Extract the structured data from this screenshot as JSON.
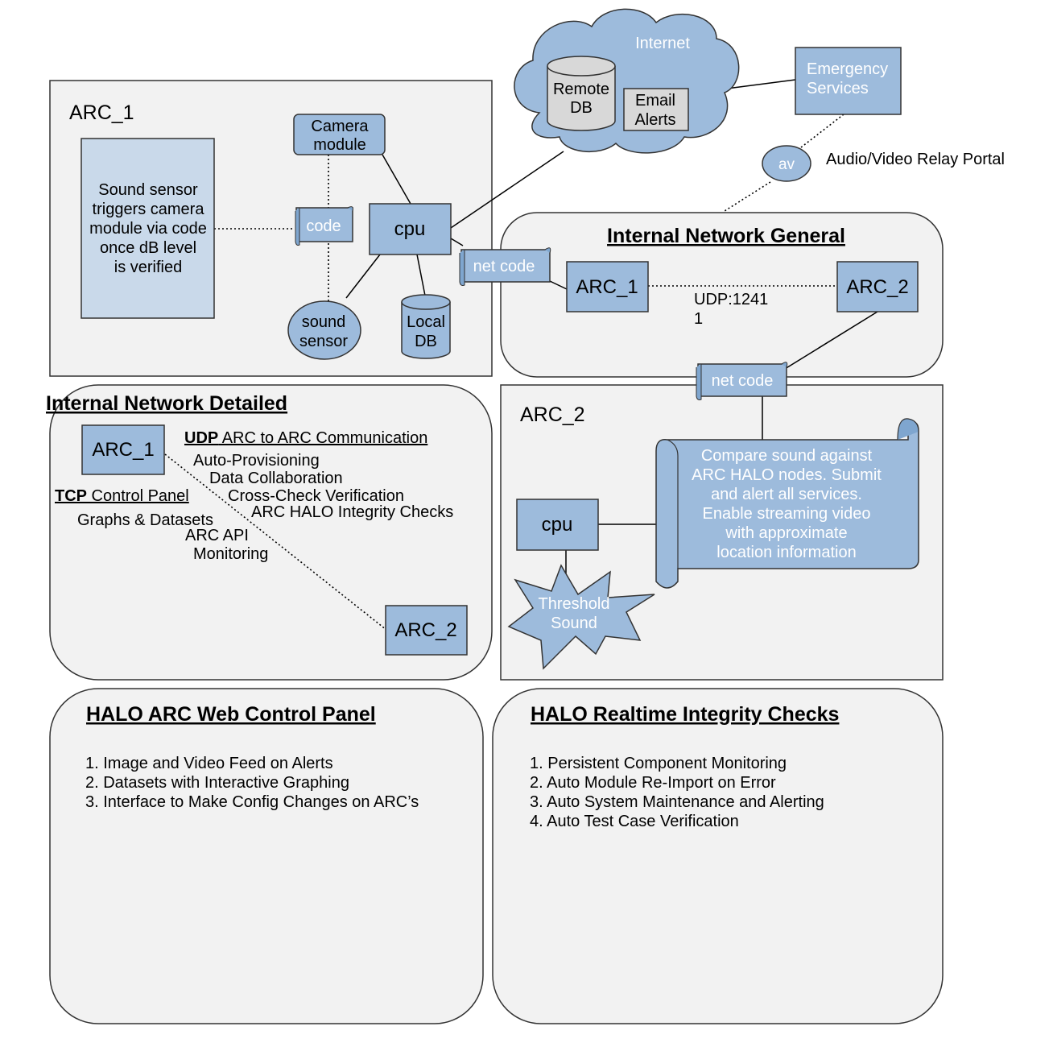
{
  "colors": {
    "node_fill": "#9dbbdc",
    "light_fill": "#c9d9ea",
    "panel_fill": "#f2f2f2",
    "border": "#333333"
  },
  "arc1_panel": {
    "title": "ARC_1",
    "desc_lines": [
      "Sound sensor",
      "triggers camera",
      "module via code",
      "once dB level",
      "is verified"
    ],
    "camera_lines": [
      "Camera",
      "module"
    ],
    "code_label": "code",
    "cpu_label": "cpu",
    "sound_lines": [
      "sound",
      "sensor"
    ],
    "localdb_lines": [
      "Local",
      "DB"
    ]
  },
  "internet": {
    "label": "Internet",
    "remote_db_lines": [
      "Remote",
      "DB"
    ],
    "email_lines": [
      "Email",
      "Alerts"
    ]
  },
  "emergency": {
    "lines": [
      "Emergency",
      "Services"
    ]
  },
  "av": {
    "label": "av",
    "portal_label": "Audio/Video Relay Portal"
  },
  "net_code_top": "net code",
  "net_code_mid": "net code",
  "network_general": {
    "title": "Internal Network General",
    "arc1": "ARC_1",
    "arc2": "ARC_2",
    "udp_lines": [
      "UDP:1241",
      "1"
    ]
  },
  "network_detailed": {
    "title": "Internal Network Detailed",
    "arc1": "ARC_1",
    "arc2": "ARC_2",
    "udp_bold": "UDP",
    "udp_rest": " ARC to ARC Communication",
    "udp_items": [
      "Auto-Provisioning",
      "Data Collaboration",
      "Cross-Check Verification",
      "ARC HALO Integrity Checks"
    ],
    "tcp_bold": "TCP",
    "tcp_rest": " Control Panel",
    "tcp_items": [
      "Graphs & Datasets",
      "ARC API",
      "Monitoring"
    ]
  },
  "arc2_panel": {
    "title": "ARC_2",
    "scroll_lines": [
      "Compare sound against",
      "ARC HALO nodes. Submit",
      "and alert all services.",
      "Enable streaming video",
      "with approximate",
      "location information"
    ],
    "cpu_label": "cpu",
    "threshold_lines": [
      "Threshold",
      "Sound"
    ]
  },
  "web_panel": {
    "title": "HALO ARC Web Control Panel",
    "items": [
      "1. Image and Video Feed on Alerts",
      "2. Datasets with Interactive Graphing",
      "3. Interface to Make Config Changes on ARC’s"
    ]
  },
  "integrity_panel": {
    "title": "HALO Realtime Integrity Checks",
    "items": [
      "1. Persistent Component Monitoring",
      "2. Auto Module Re-Import on Error",
      "3. Auto System Maintenance and Alerting",
      "4. Auto Test Case Verification"
    ]
  }
}
